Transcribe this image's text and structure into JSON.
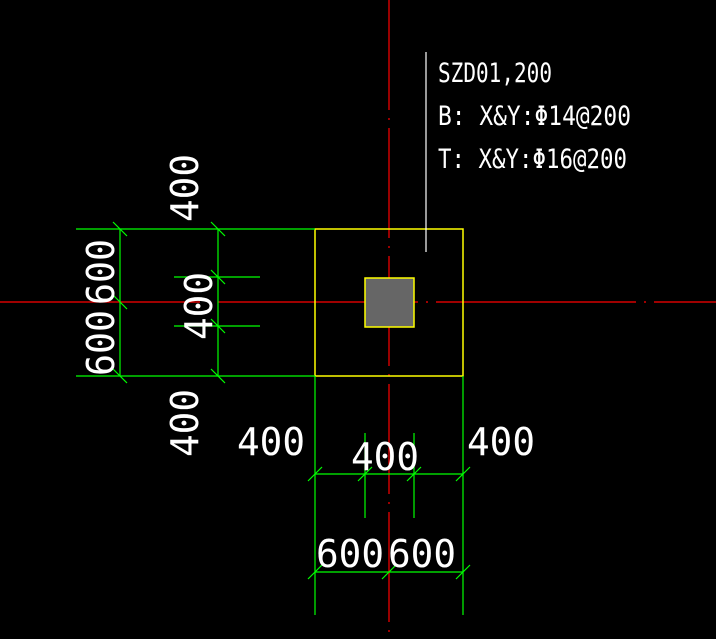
{
  "drawing": {
    "label": {
      "id": "SZD01,200",
      "bottom": "B: X&Y:Φ14@200",
      "top": "T: X&Y:Φ16@200"
    },
    "dims_left": {
      "upper_outer": "400",
      "middle": "400",
      "lower_outer": "400",
      "total_upper": "600",
      "total_lower": "600"
    },
    "dims_bottom": {
      "left_outer": "400",
      "middle": "400",
      "right_outer": "400",
      "total_left": "600",
      "total_right": "600"
    },
    "colors": {
      "background": "#000000",
      "axis": "#ff0000",
      "dimension": "#00ff00",
      "footing": "#ffff00",
      "column_fill": "#666666",
      "text": "#ffffff"
    }
  }
}
